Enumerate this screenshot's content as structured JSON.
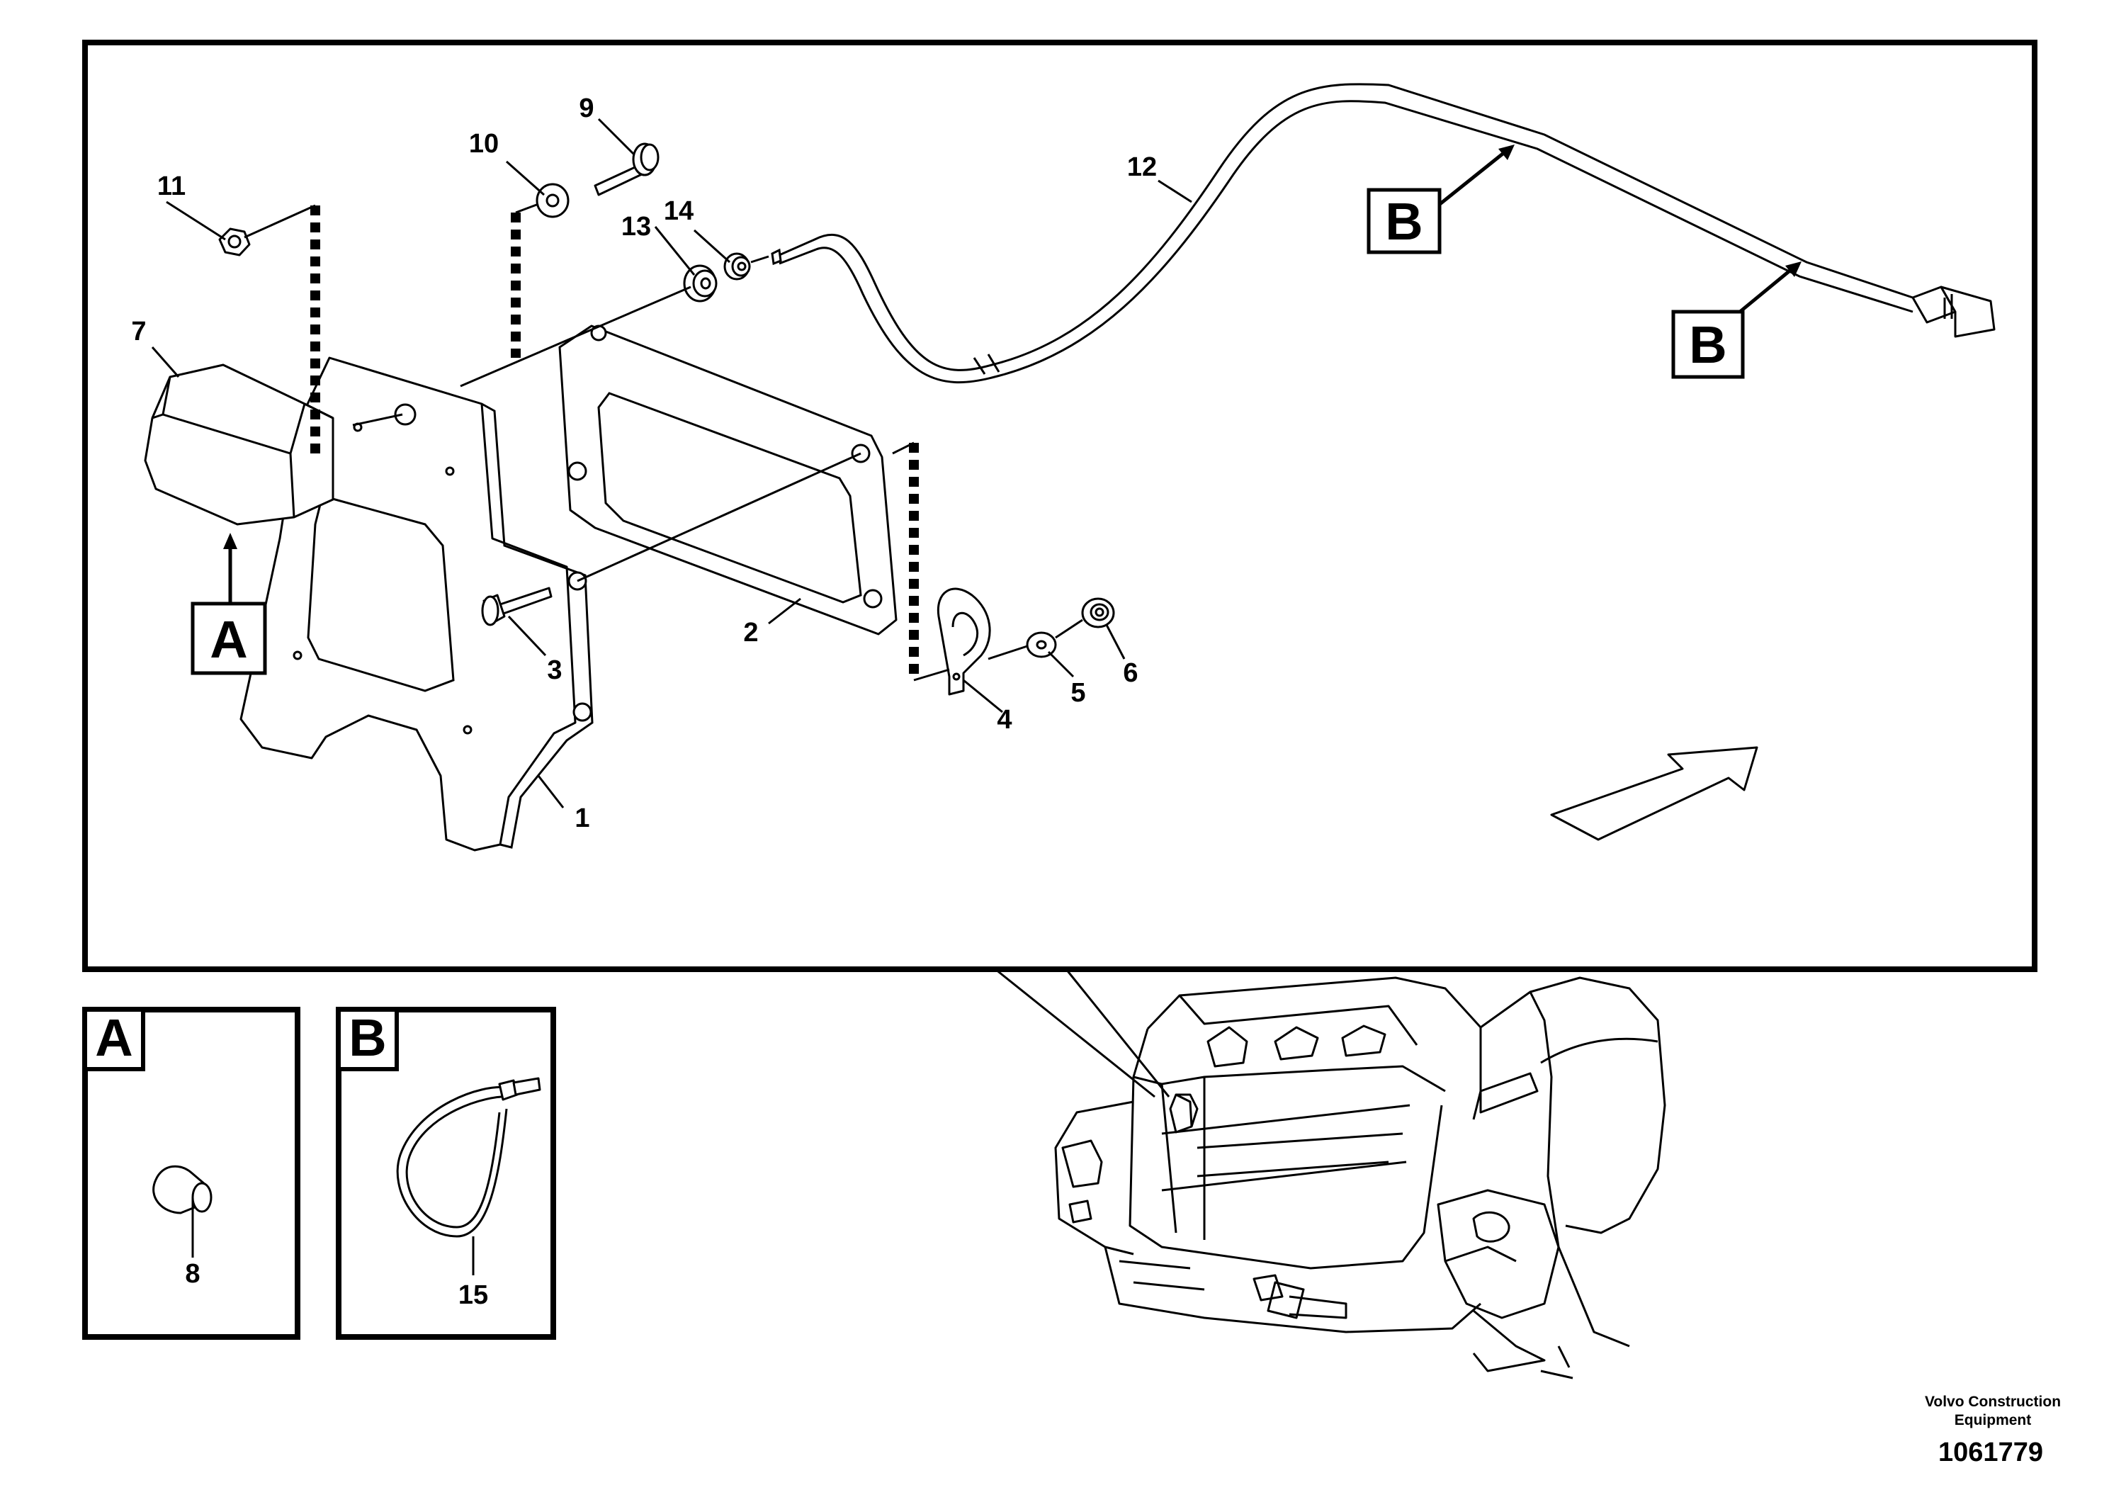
{
  "callouts": {
    "main_A": "A",
    "main_B1": "B",
    "main_B2": "B",
    "inset_A": "A",
    "inset_B": "B"
  },
  "parts": [
    {
      "id": "1",
      "label": "1"
    },
    {
      "id": "2",
      "label": "2"
    },
    {
      "id": "3",
      "label": "3"
    },
    {
      "id": "4",
      "label": "4"
    },
    {
      "id": "5",
      "label": "5"
    },
    {
      "id": "6",
      "label": "6"
    },
    {
      "id": "7",
      "label": "7"
    },
    {
      "id": "8",
      "label": "8"
    },
    {
      "id": "9",
      "label": "9"
    },
    {
      "id": "10",
      "label": "10"
    },
    {
      "id": "11",
      "label": "11"
    },
    {
      "id": "12",
      "label": "12"
    },
    {
      "id": "13",
      "label": "13"
    },
    {
      "id": "14",
      "label": "14"
    },
    {
      "id": "15",
      "label": "15"
    }
  ],
  "footer": {
    "credit_line1": "Volvo Construction",
    "credit_line2": "Equipment",
    "figure_number": "1061779"
  }
}
